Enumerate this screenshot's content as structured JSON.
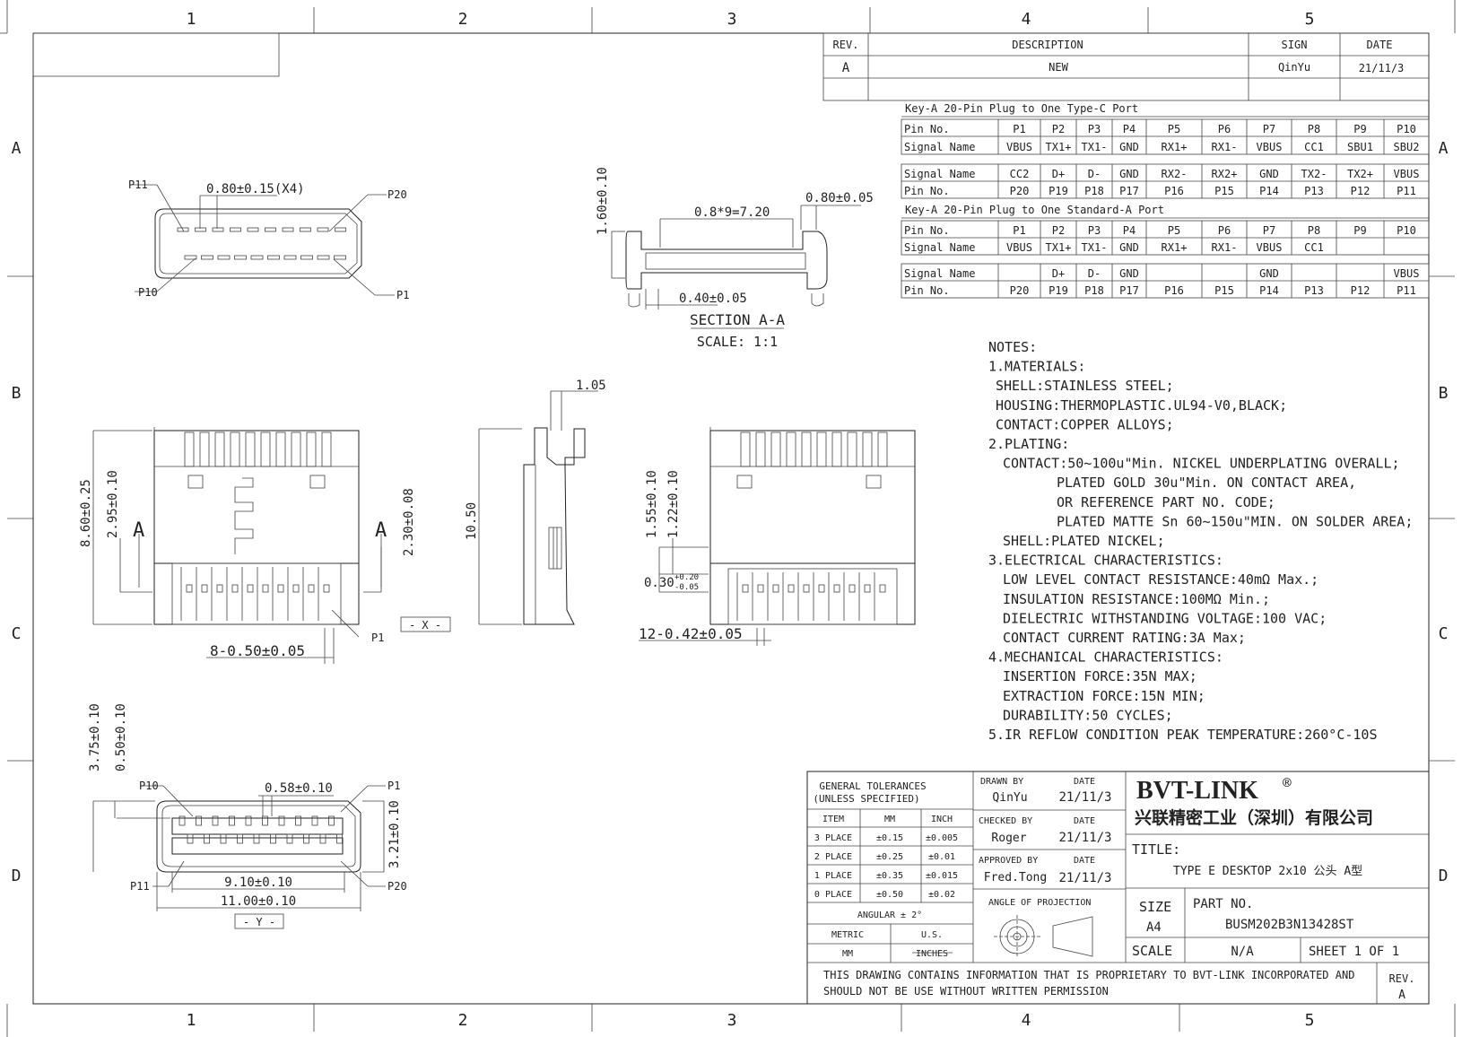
{
  "border": {
    "columns": [
      "1",
      "2",
      "3",
      "4",
      "5"
    ],
    "rows": [
      "A",
      "B",
      "C",
      "D"
    ]
  },
  "revision_table": {
    "headers": {
      "rev": "REV.",
      "description": "DESCRIPTION",
      "sign": "SIGN",
      "date": "DATE"
    },
    "rows": [
      {
        "rev": "A",
        "description": "NEW",
        "sign": "QinYu",
        "date": "21/11/3"
      }
    ]
  },
  "pin_tables": [
    {
      "title": "Key-A 20-Pin Plug to One Type-C Port",
      "row1_label": "Pin No.",
      "row1": [
        "P1",
        "P2",
        "P3",
        "P4",
        "P5",
        "P6",
        "P7",
        "P8",
        "P9",
        "P10"
      ],
      "row2_label": "Signal Name",
      "row2": [
        "VBUS",
        "TX1+",
        "TX1-",
        "GND",
        "RX1+",
        "RX1-",
        "VBUS",
        "CC1",
        "SBU1",
        "SBU2"
      ],
      "row3_label": "Signal Name",
      "row3": [
        "CC2",
        "D+",
        "D-",
        "GND",
        "RX2-",
        "RX2+",
        "GND",
        "TX2-",
        "TX2+",
        "VBUS"
      ],
      "row4_label": "Pin No.",
      "row4": [
        "P20",
        "P19",
        "P18",
        "P17",
        "P16",
        "P15",
        "P14",
        "P13",
        "P12",
        "P11"
      ]
    },
    {
      "title": "Key-A 20-Pin Plug to One Standard-A Port",
      "row1_label": "Pin No.",
      "row1": [
        "P1",
        "P2",
        "P3",
        "P4",
        "P5",
        "P6",
        "P7",
        "P8",
        "P9",
        "P10"
      ],
      "row2_label": "Signal Name",
      "row2": [
        "VBUS",
        "TX1+",
        "TX1-",
        "GND",
        "RX1+",
        "RX1-",
        "VBUS",
        "CC1",
        "",
        ""
      ],
      "row3_label": "Signal Name",
      "row3": [
        "",
        "D+",
        "D-",
        "GND",
        "",
        "",
        "GND",
        "",
        "",
        "VBUS"
      ],
      "row4_label": "Pin No.",
      "row4": [
        "P20",
        "P19",
        "P18",
        "P17",
        "P16",
        "P15",
        "P14",
        "P13",
        "P12",
        "P11"
      ]
    }
  ],
  "notes": [
    "NOTES:",
    "1.MATERIALS:",
    "SHELL:STAINLESS STEEL;",
    "HOUSING:THERMOPLASTIC.UL94-V0,BLACK;",
    "CONTACT:COPPER ALLOYS;",
    "2.PLATING:",
    "CONTACT:50~100u\"Min. NICKEL UNDERPLATING OVERALL;",
    "PLATED GOLD 30u\"Min. ON CONTACT AREA,",
    "OR REFERENCE PART NO. CODE;",
    "PLATED MATTE Sn 60~150u\"MIN. ON SOLDER AREA;",
    "SHELL:PLATED NICKEL;",
    "3.ELECTRICAL CHARACTERISTICS:",
    "LOW LEVEL CONTACT RESISTANCE:40mΩ Max.;",
    "INSULATION RESISTANCE:100MΩ Min.;",
    "DIELECTRIC WITHSTANDING VOLTAGE:100 VAC;",
    "CONTACT CURRENT RATING:3A Max;",
    "4.MECHANICAL CHARACTERISTICS:",
    "INSERTION FORCE:35N MAX;",
    "EXTRACTION FORCE:15N MIN;",
    "DURABILITY:50 CYCLES;",
    "5.IR REFLOW CONDITION PEAK TEMPERATURE:260°C-10S"
  ],
  "dimensions": {
    "top_pitch": "0.80±0.15(X4)",
    "label_p11": "P11",
    "label_p20": "P20",
    "label_p10": "P10",
    "label_p1": "P1",
    "sec_pitch": "0.8*9=7.20",
    "sec_right": "0.80±0.05",
    "sec_height": "1.60±0.10",
    "sec_bottom": "0.40±0.05",
    "section_title": "SECTION A-A",
    "section_scale": "SCALE: 1:1",
    "front_height": "8.60±0.25",
    "front_h2": "2.95±0.10",
    "front_h3": "2.30±0.08",
    "front_pitch": "8-0.50±0.05",
    "section_mark": "A",
    "datum_x": "- X -",
    "side_top": "1.05",
    "side_height": "10.50",
    "back_h1": "1.55±0.10",
    "back_h2": "1.22±0.10",
    "back_h3": "0.30",
    "back_tol_plus": "+0.20",
    "back_tol_minus": "-0.05",
    "back_pitch": "12-0.42±0.05",
    "bot_h1": "3.75±0.10",
    "bot_h2": "0.50±0.10",
    "bot_pitch": "0.58±0.10",
    "bot_right": "3.21±0.10",
    "bot_inner": "9.10±0.10",
    "bot_outer": "11.00±0.10",
    "datum_y": "- Y -"
  },
  "title_block": {
    "tolerances_title": "GENERAL TOLERANCES",
    "tolerances_sub": "(UNLESS SPECIFIED)",
    "tol_headers": [
      "ITEM",
      "MM",
      "INCH"
    ],
    "tol_rows": [
      [
        "3 PLACE",
        "±0.15",
        "±0.005"
      ],
      [
        "2 PLACE",
        "±0.25",
        "±0.01"
      ],
      [
        "1 PLACE",
        "±0.35",
        "±0.015"
      ],
      [
        "0 PLACE",
        "±0.50",
        "±0.02"
      ]
    ],
    "angular": "ANGULAR ± 2°",
    "metric": "METRIC",
    "us": "U.S.",
    "mm": "MM",
    "inches": "INCHES",
    "drawn_by_label": "DRAWN BY",
    "drawn_by": "QinYu",
    "checked_by_label": "CHECKED BY",
    "checked_by": "Roger",
    "approved_by_label": "APPROVED BY",
    "approved_by": "Fred.Tong",
    "date_label": "DATE",
    "drawn_date": "21/11/3",
    "checked_date": "21/11/3",
    "approved_date": "21/11/3",
    "projection_label": "ANGLE OF PROJECTION",
    "brand": "BVT-LINK",
    "registered": "®",
    "company_cn": "兴联精密工业（深圳）有限公司",
    "title_label": "TITLE:",
    "title_value": "TYPE E DESKTOP 2x10 公头 A型",
    "size_label": "SIZE",
    "size": "A4",
    "part_no_label": "PART NO.",
    "part_no": "BUSM202B3N13428ST",
    "scale_label": "SCALE",
    "scale": "N/A",
    "sheet": "SHEET 1 OF 1",
    "rev_label": "REV.",
    "rev": "A",
    "disclaimer_1": "THIS DRAWING CONTAINS INFORMATION THAT IS PROPRIETARY TO BVT-LINK INCORPORATED AND",
    "disclaimer_2": "SHOULD NOT BE USE WITHOUT WRITTEN PERMISSION"
  }
}
